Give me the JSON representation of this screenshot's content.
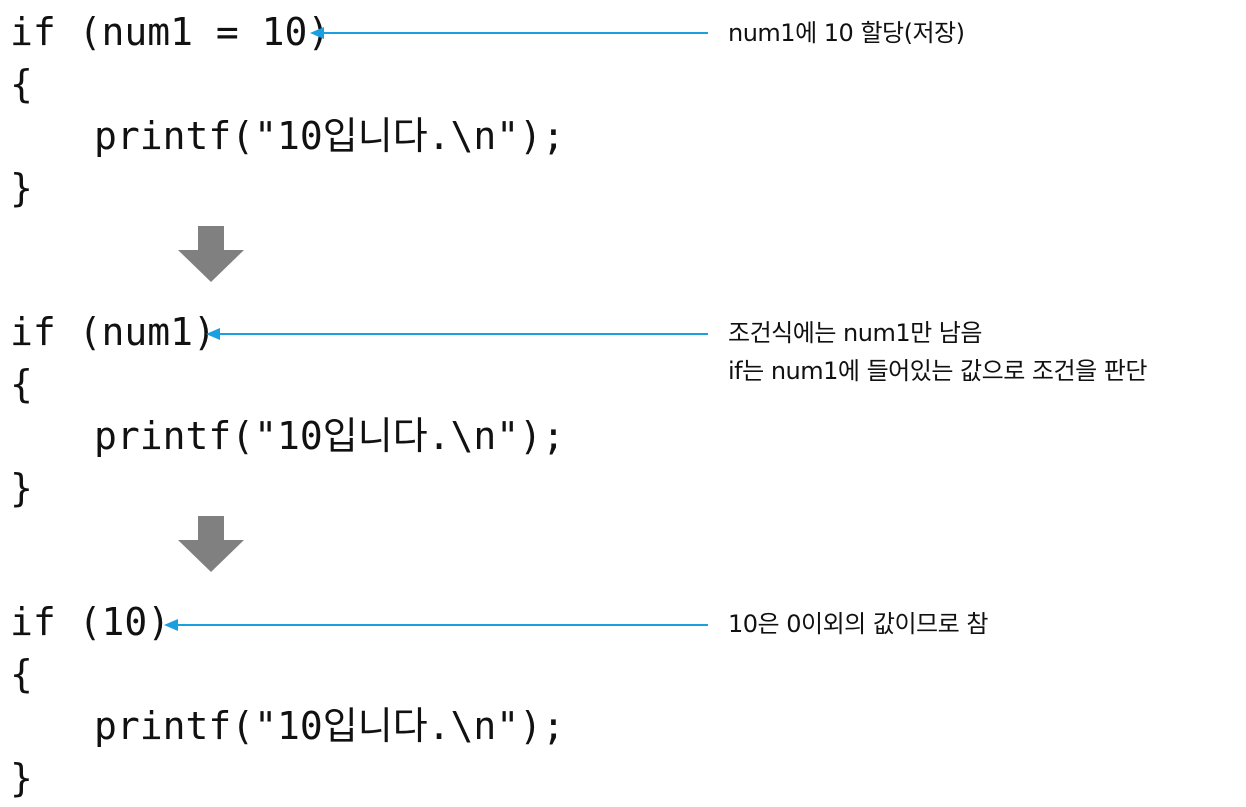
{
  "steps": [
    {
      "code": {
        "line1": "if (num1 = 10)",
        "line2": "{",
        "line3": "printf(\"10입니다.\\n\");",
        "line4": "}"
      },
      "note": [
        "num1에 10 할당(저장)"
      ]
    },
    {
      "code": {
        "line1": "if (num1)",
        "line2": "{",
        "line3": "printf(\"10입니다.\\n\");",
        "line4": "}"
      },
      "note": [
        "조건식에는 num1만 남음",
        "if는 num1에 들어있는 값으로 조건을 판단"
      ]
    },
    {
      "code": {
        "line1": "if (10)",
        "line2": "{",
        "line3": "printf(\"10입니다.\\n\");",
        "line4": "}"
      },
      "note": [
        "10은 0이외의 값이므로 참"
      ]
    }
  ],
  "colors": {
    "annotation_arrow": "#1a9fe0",
    "step_arrow": "#808080",
    "code_text": "#111111"
  },
  "icons": {
    "annotation_pointer": "arrow-left-icon",
    "step_transition": "arrow-down-icon"
  }
}
